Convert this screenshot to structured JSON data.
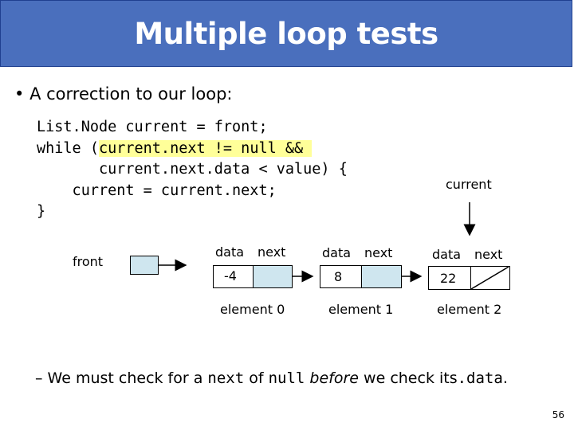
{
  "slide": {
    "title": "Multiple loop tests",
    "bullet_text": "A correction to our loop:",
    "code_lines": [
      {
        "segments": [
          {
            "text": "List.Node current = front;",
            "highlight": false
          }
        ]
      },
      {
        "segments": [
          {
            "text": "while (",
            "highlight": false
          },
          {
            "text": "current.next != null && ",
            "highlight": true
          }
        ]
      },
      {
        "segments": [
          {
            "text": "       current.next.data < value) {",
            "highlight": false
          }
        ]
      },
      {
        "segments": [
          {
            "text": "    current = current.next;",
            "highlight": false
          }
        ]
      },
      {
        "segments": [
          {
            "text": "}",
            "highlight": false
          }
        ]
      }
    ],
    "diagram": {
      "front_label": "front",
      "current_label": "current",
      "field_data": "data",
      "field_next": "next",
      "nodes": [
        {
          "value": "-4",
          "label": "element 0"
        },
        {
          "value": "8",
          "label": "element 1"
        },
        {
          "value": "22",
          "label": "element 2"
        }
      ]
    },
    "bottom": {
      "dash": "–",
      "t1": "We must check for a",
      "code1": "next",
      "t2": "of",
      "code2": "null",
      "italic": "before",
      "t3": "we check its",
      "code3": ".data",
      "t4": "."
    },
    "page_number": "56"
  }
}
